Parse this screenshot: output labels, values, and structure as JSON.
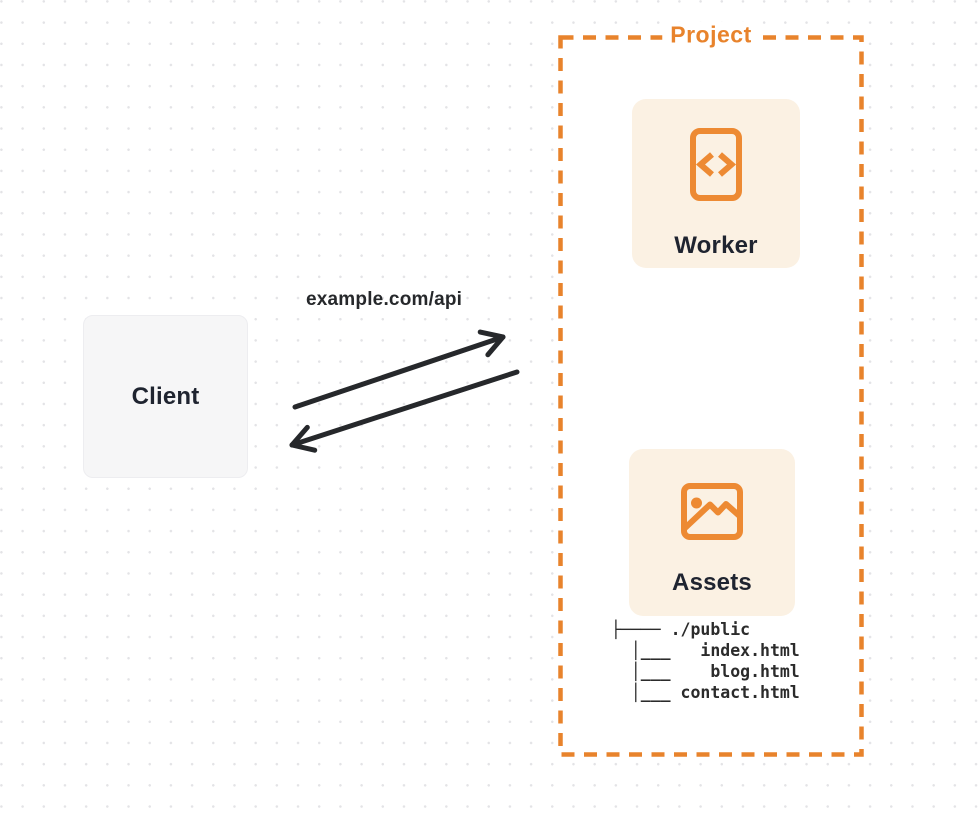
{
  "client": {
    "label": "Client"
  },
  "request": {
    "url_label": "example.com/api"
  },
  "project": {
    "label": "Project",
    "worker": {
      "label": "Worker",
      "icon": "code-file-icon"
    },
    "assets": {
      "label": "Assets",
      "icon": "image-icon"
    },
    "file_tree": {
      "lines": [
        "├──── ./public",
        "  │___   index.html",
        "  │___    blog.html",
        "  │___ contact.html"
      ]
    }
  },
  "colors": {
    "accent_orange": "#E8832C",
    "card_cream": "#FBF1E3",
    "client_gray": "#F6F6F7",
    "ink": "#26282B",
    "dot_grid": "#E3E3E6"
  }
}
